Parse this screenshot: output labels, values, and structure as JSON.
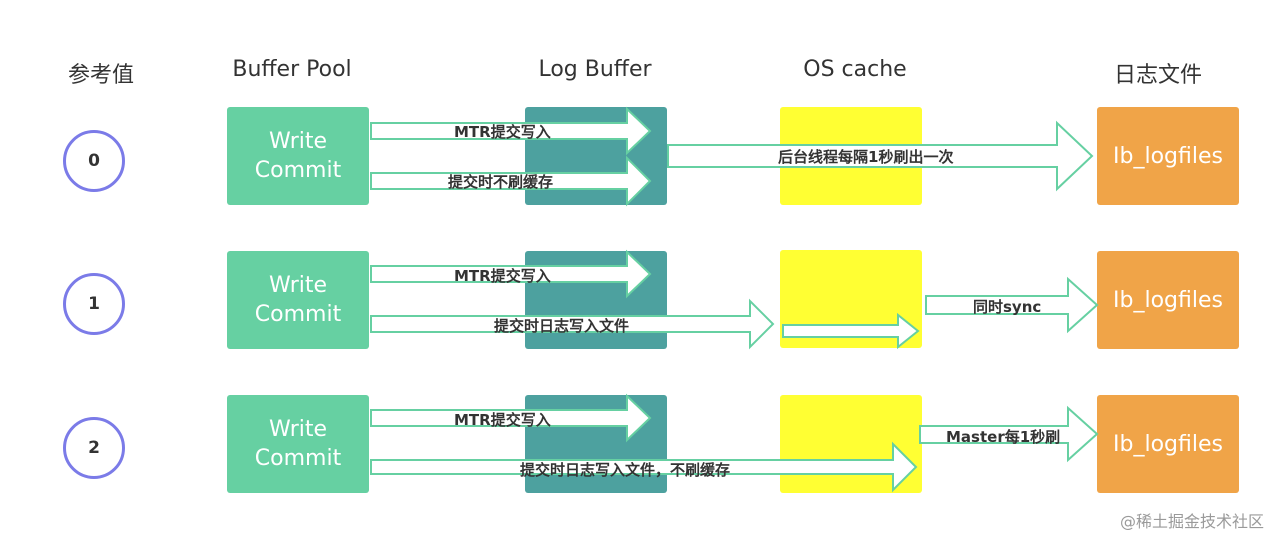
{
  "headers": {
    "param": "参考值",
    "buffer_pool": "Buffer Pool",
    "log_buffer": "Log Buffer",
    "os_cache": "OS cache",
    "log_file": "日志文件"
  },
  "rows": [
    {
      "value": "0",
      "buffer_line1": "Write",
      "buffer_line2": "Commit",
      "mtr_label": "MTR提交写入",
      "commit_label": "提交时不刷缓存",
      "flush_label": "后台线程每隔1秒刷出一次",
      "logfile_label": "Ib_logfiles"
    },
    {
      "value": "1",
      "buffer_line1": "Write",
      "buffer_line2": "Commit",
      "mtr_label": "MTR提交写入",
      "commit_label": "提交时日志写入文件",
      "flush_label": "同时sync",
      "logfile_label": "Ib_logfiles"
    },
    {
      "value": "2",
      "buffer_line1": "Write",
      "buffer_line2": "Commit",
      "mtr_label": "MTR提交写入",
      "commit_label": "提交时日志写入文件，不刷缓存",
      "flush_label": "Master每1秒刷",
      "logfile_label": "Ib_logfiles"
    }
  ],
  "colors": {
    "buffer_pool": "#66d0a2",
    "log_buffer": "#4da19f",
    "os_cache": "#ffff33",
    "log_file": "#f0a448",
    "arrow_stroke": "#66d0a2",
    "circle_border": "#7b7be8"
  },
  "watermark": "@稀土掘金技术社区"
}
